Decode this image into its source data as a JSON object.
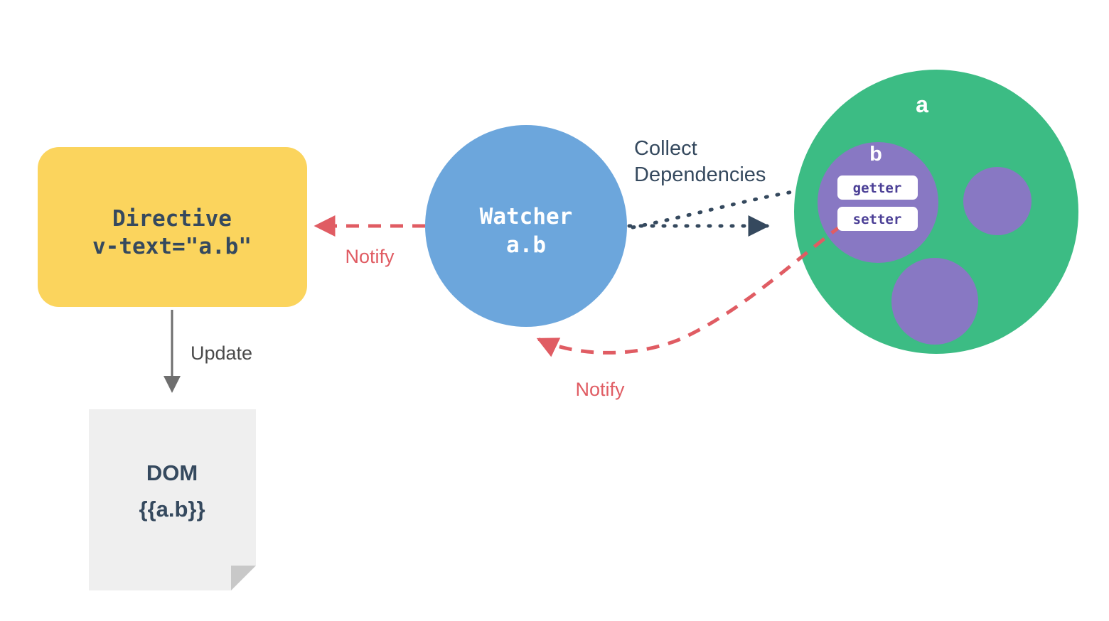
{
  "diagram": {
    "title": "Vue reactivity: Directive, Watcher and reactive data object",
    "colors": {
      "yellow": "#FBD45D",
      "blue": "#6CA6DC",
      "green": "#3CBC84",
      "purple": "#8878C3",
      "purple_text": "#4B3F96",
      "note_bg": "#EFEFEF",
      "note_fold": "#C8C8C8",
      "slate": "#35495E",
      "red": "#E05C63",
      "grey_arrow": "#6E6E6E",
      "white": "#FFFFFF"
    }
  },
  "directive": {
    "line1": "Directive",
    "line2": "v-text=\"a.b\""
  },
  "watcher": {
    "line1": "Watcher",
    "line2": "a.b"
  },
  "dom_note": {
    "line1": "DOM",
    "line2": "{{a.b}}"
  },
  "data_object": {
    "outer_label": "a",
    "inner_label": "b",
    "accessors": [
      {
        "label": "getter"
      },
      {
        "label": "setter"
      }
    ]
  },
  "edges": {
    "collect_dependencies": "Collect\nDependencies",
    "collect_dependencies_line1": "Collect",
    "collect_dependencies_line2": "Dependencies",
    "notify_to_directive": "Notify",
    "notify_to_watcher": "Notify",
    "update": "Update"
  }
}
